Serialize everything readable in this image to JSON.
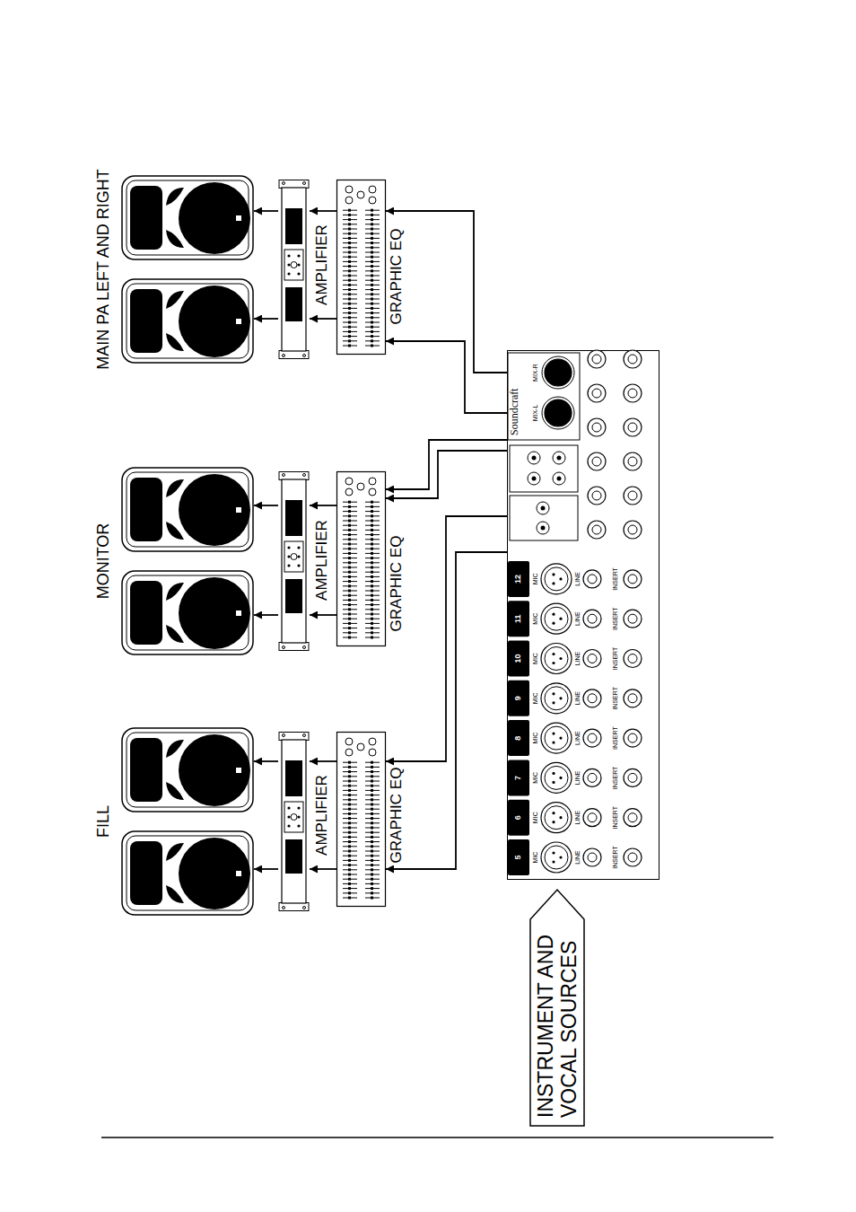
{
  "diagram": {
    "nodes": [
      {
        "text": [
          "MAIN PA LEFT AND RIGHT"
        ]
      },
      {
        "text": [
          "AMPLIFIER"
        ]
      },
      {
        "text": [
          "GRAPHIC EQ"
        ]
      },
      {
        "text": [
          "MONITOR"
        ]
      },
      {
        "text": [
          "AMPLIFIER"
        ]
      },
      {
        "text": [
          "GRAPHIC EQ"
        ]
      },
      {
        "text": [
          "FILL"
        ]
      },
      {
        "text": [
          "AMPLIFIER"
        ]
      },
      {
        "text": [
          "GRAPHIC EQ"
        ]
      },
      {
        "text": [
          "Soundcraft"
        ]
      },
      {
        "text": [
          "INSTRUMENT AND VOCAL SOURCES"
        ]
      }
    ],
    "edges": [
      {
        "from": 1,
        "to": 0,
        "arrow": "to"
      },
      {
        "from": 1,
        "to": 0,
        "arrow": "to"
      },
      {
        "from": 2,
        "to": 1,
        "arrow": "to"
      },
      {
        "from": 2,
        "to": 1,
        "arrow": "to"
      },
      {
        "from": 9,
        "to": 2,
        "arrow": "to"
      },
      {
        "from": 9,
        "to": 2,
        "arrow": "to"
      },
      {
        "from": 4,
        "to": 3,
        "arrow": "to"
      },
      {
        "from": 4,
        "to": 3,
        "arrow": "to"
      },
      {
        "from": 5,
        "to": 4,
        "arrow": "to"
      },
      {
        "from": 5,
        "to": 4,
        "arrow": "to"
      },
      {
        "from": 9,
        "to": 5,
        "arrow": "to"
      },
      {
        "from": 9,
        "to": 5,
        "arrow": "to"
      },
      {
        "from": 7,
        "to": 6,
        "arrow": "to"
      },
      {
        "from": 7,
        "to": 6,
        "arrow": "to"
      },
      {
        "from": 8,
        "to": 7,
        "arrow": "to"
      },
      {
        "from": 8,
        "to": 7,
        "arrow": "to"
      },
      {
        "from": 9,
        "to": 8,
        "arrow": "to"
      },
      {
        "from": 9,
        "to": 8,
        "arrow": "to"
      }
    ],
    "labels": [
      "5",
      "MIC",
      "LINE",
      "INSERT",
      "6",
      "MIC",
      "LINE",
      "INSERT",
      "7",
      "MIC",
      "LINE",
      "INSERT",
      "8",
      "MIC",
      "LINE",
      "INSERT",
      "9",
      "MIC",
      "LINE",
      "INSERT",
      "10",
      "MIC",
      "LINE",
      "INSERT",
      "11",
      "MIC",
      "LINE",
      "INSERT",
      "12",
      "MIC",
      "LINE",
      "INSERT",
      "MIX-L",
      "MIX-R"
    ]
  }
}
